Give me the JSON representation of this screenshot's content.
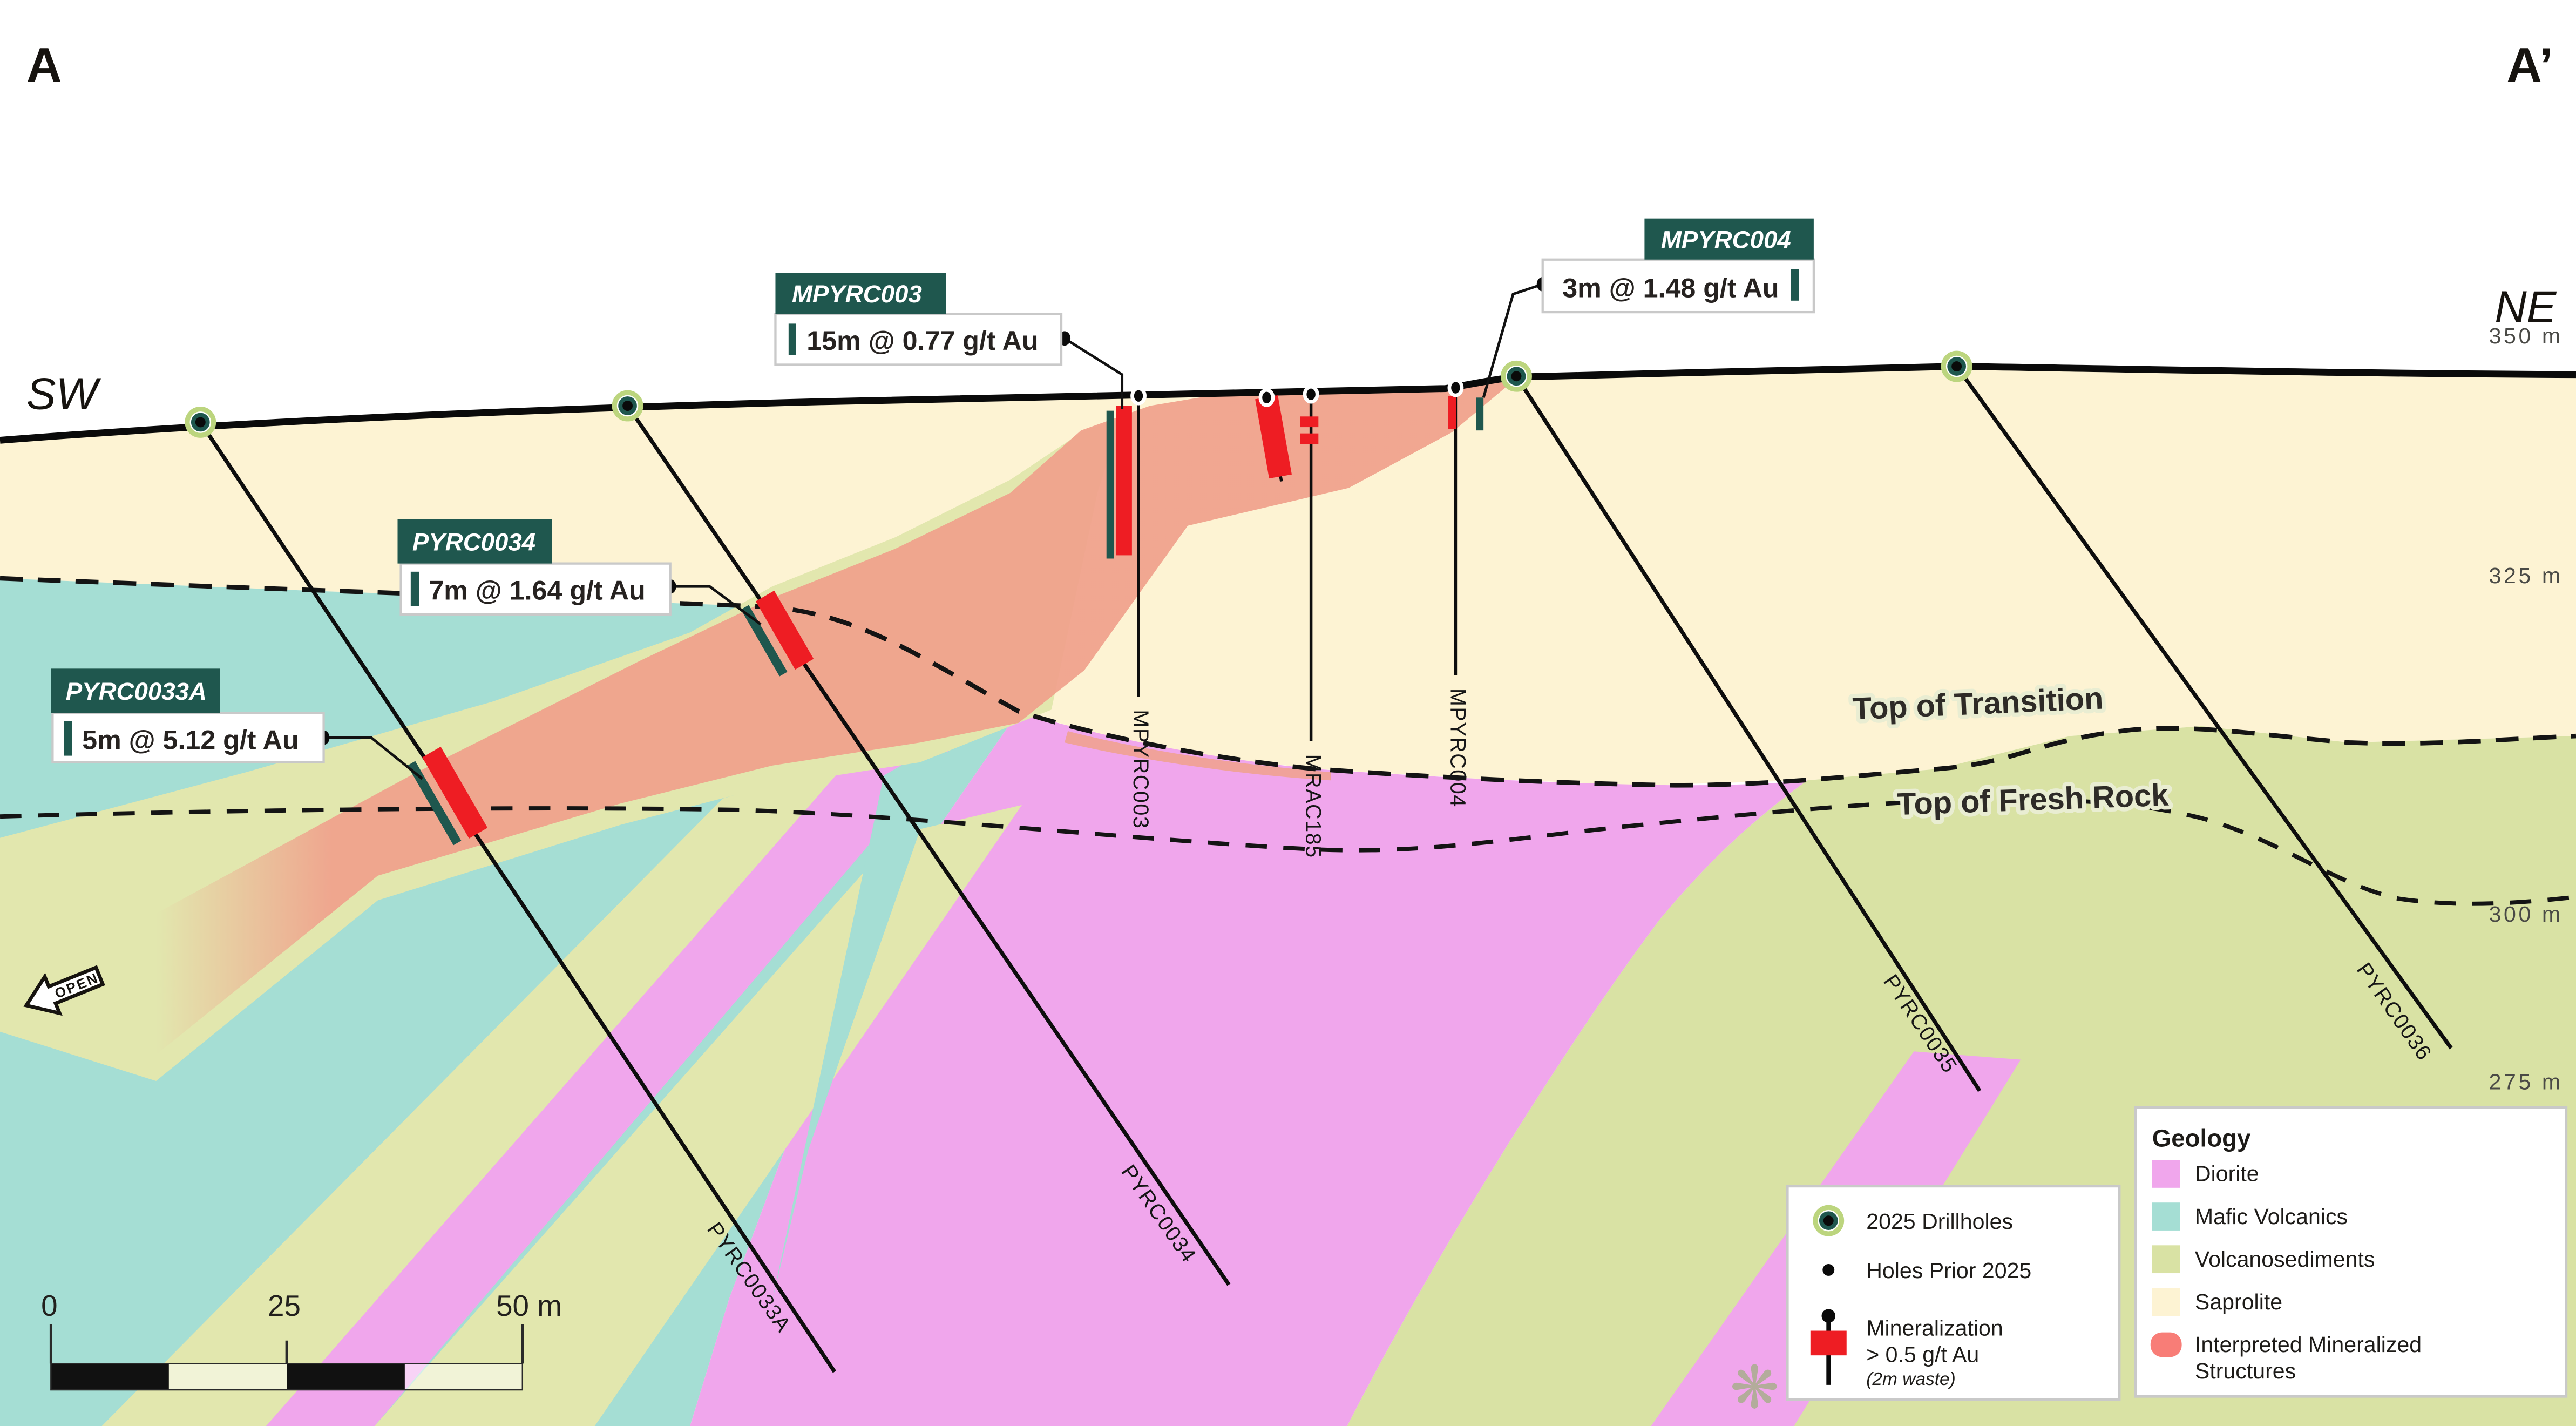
{
  "section": {
    "corner_left": "A",
    "corner_right": "A’",
    "dir_left": "SW",
    "dir_right": "NE"
  },
  "elevations": [
    {
      "label": "350 m"
    },
    {
      "label": "325 m"
    },
    {
      "label": "300 m"
    },
    {
      "label": "275 m"
    }
  ],
  "structure_labels": {
    "transition": "Top of Transition",
    "fresh": "Top of Fresh Rock",
    "open": "OPEN"
  },
  "scalebar": {
    "t0": "0",
    "t25": "25",
    "t50": "50 m"
  },
  "callouts": [
    {
      "name": "MPYRC003",
      "intercept": "15m @ 0.77 g/t Au"
    },
    {
      "name": "MPYRC004",
      "intercept": "3m @ 1.48 g/t Au"
    },
    {
      "name": "PYRC0034",
      "intercept": "7m @ 1.64 g/t Au"
    },
    {
      "name": "PYRC0033A",
      "intercept": "5m @ 5.12 g/t Au"
    }
  ],
  "drill_traces": [
    {
      "label": "MPYRC003"
    },
    {
      "label": "MRAC185"
    },
    {
      "label": "MPYRC004"
    },
    {
      "label": "PYRC0035"
    },
    {
      "label": "PYRC0036"
    },
    {
      "label": "PYRC0034"
    },
    {
      "label": "PYRC0033A"
    }
  ],
  "legend_drill": {
    "row1": "2025 Drillholes",
    "row2": "Holes Prior 2025",
    "row3a": "Mineralization",
    "row3b": "> 0.5 g/t Au",
    "row3c": "(2m waste)"
  },
  "legend_geology": {
    "title": "Geology",
    "items": [
      {
        "label": "Diorite"
      },
      {
        "label": "Mafic Volcanics"
      },
      {
        "label": "Volcanosediments"
      },
      {
        "label": "Saprolite"
      },
      {
        "label1": "Interpreted Mineralized",
        "label2": "Structures"
      }
    ]
  },
  "colors": {
    "diorite": "#f0a6ec",
    "mafic": "#a5ded4",
    "volcsed": "#d9e2a4",
    "volcsed_band": "#e2e7ae",
    "saprolite": "#fdf3d3",
    "mineralized": "#f0a18c",
    "mineralized_legend": "#f87d77",
    "red": "#ee1d23",
    "teal": "#1f574e",
    "collar_green": "#bcd57e"
  }
}
